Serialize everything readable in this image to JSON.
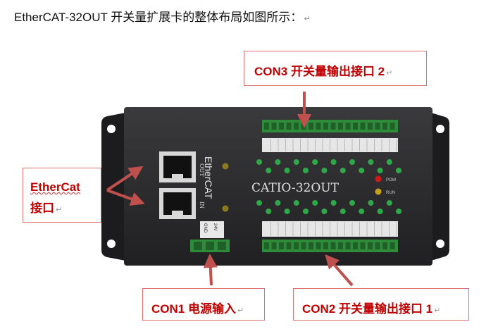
{
  "title": "EtherCAT-32OUT 开关量扩展卡的整体布局如图所示：",
  "return_mark": "↵",
  "callouts": {
    "con3": "CON3  开关量输出接口 2",
    "ethercat_line1": "EtherCat",
    "ethercat_line2": "接口",
    "con1": "CON1  电源输入",
    "con2": "CON2  开关量输出接口 1"
  },
  "device": {
    "model": "CATIO-32OUT",
    "brand": "EtherCAT",
    "port_out_label": "OUT",
    "port_in_label": "IN",
    "pow_label": "POW",
    "run_label": "RUN",
    "power_labels": [
      "GND",
      "24V"
    ]
  },
  "colors": {
    "callout_text": "#c00000",
    "callout_border": "#e07070",
    "arrow": "#c0504d",
    "device_body": "#2b2b2d",
    "terminal_green": "#2e8b3a",
    "led_green": "#2fa84a",
    "led_red": "#d01818",
    "led_yellow": "#c8a020"
  }
}
